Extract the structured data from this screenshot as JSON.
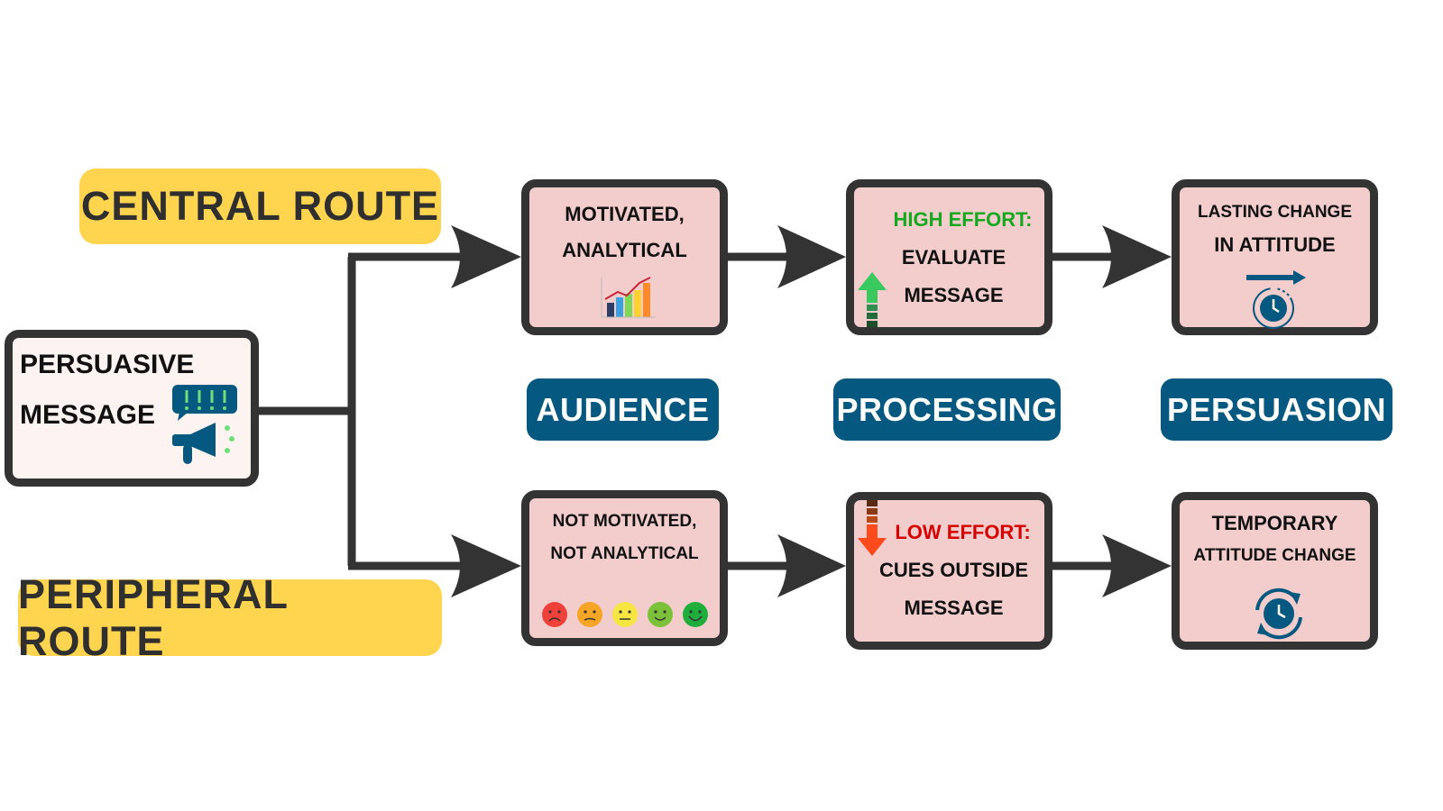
{
  "source": {
    "line1": "PERSUASIVE",
    "line2": "MESSAGE",
    "icon": "megaphone-icon"
  },
  "routes": {
    "central": "CENTRAL ROUTE",
    "peripheral": "PERIPHERAL ROUTE"
  },
  "stages": {
    "audience": "AUDIENCE",
    "processing": "PROCESSING",
    "persuasion": "PERSUASION"
  },
  "central": {
    "audience": {
      "line1": "MOTIVATED,",
      "line2": "ANALYTICAL",
      "icon": "rising-chart-icon"
    },
    "processing": {
      "highlight": "HIGH EFFORT:",
      "line1": "EVALUATE",
      "line2": "MESSAGE",
      "icon": "up-arrow-icon"
    },
    "persuasion": {
      "line1": "LASTING CHANGE",
      "line2": "IN ATTITUDE",
      "icon": "clock-forward-icon"
    }
  },
  "peripheral": {
    "audience": {
      "line1": "NOT MOTIVATED,",
      "line2": "NOT ANALYTICAL",
      "icon": "mood-faces-icon"
    },
    "processing": {
      "highlight": "LOW EFFORT:",
      "line1": "CUES OUTSIDE",
      "line2": "MESSAGE",
      "icon": "down-arrow-icon"
    },
    "persuasion": {
      "line1": "TEMPORARY",
      "line2": "ATTITUDE CHANGE",
      "icon": "clock-cycle-icon"
    }
  },
  "colors": {
    "box_fill": "#f3cccc",
    "source_fill": "#fdf3f1",
    "border": "#333333",
    "route_pill": "#ffd54f",
    "stage_label": "#05587f",
    "high_effort": "#13a81e",
    "low_effort": "#d60000"
  }
}
